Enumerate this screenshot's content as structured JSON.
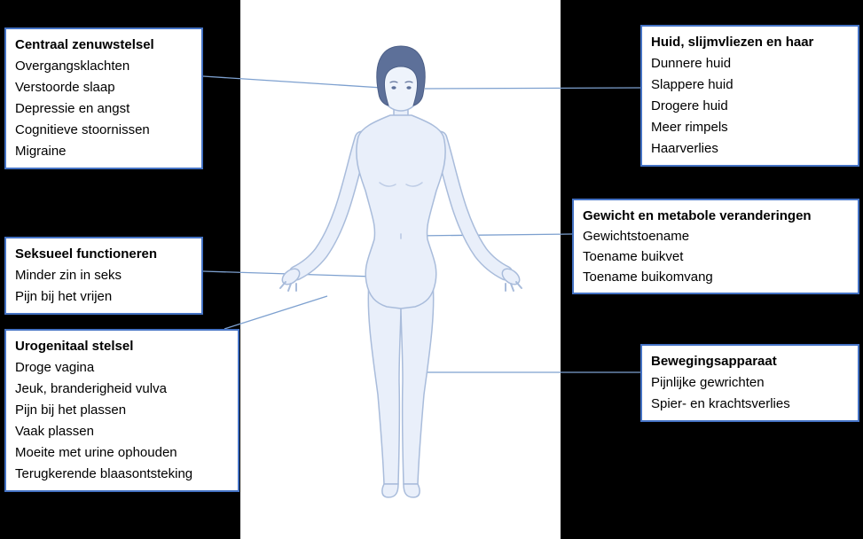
{
  "diagram": {
    "colors": {
      "canvas_background": "#000000",
      "panel_background": "#ffffff",
      "box_border": "#4472C4",
      "connector_line": "#7DA0CF",
      "body_fill": "#E9EFFA",
      "body_stroke": "#A9BCDB",
      "hair": "#5D7099"
    },
    "boxes": [
      {
        "id": "centraal-zenuwstelsel",
        "title": "Centraal zenuwstelsel",
        "items": [
          "Overgangsklachten",
          "Verstoorde slaap",
          "Depressie en angst",
          "Cognitieve stoornissen",
          "Migraine"
        ]
      },
      {
        "id": "seksueel-functioneren",
        "title": "Seksueel functioneren",
        "items": [
          "Minder zin in seks",
          "Pijn bij het vrijen"
        ]
      },
      {
        "id": "urogenitaal-stelsel",
        "title": "Urogenitaal stelsel",
        "items": [
          "Droge vagina",
          "Jeuk, branderigheid vulva",
          "Pijn bij het plassen",
          "Vaak plassen",
          "Moeite met urine ophouden",
          "Terugkerende blaasontsteking"
        ]
      },
      {
        "id": "huid-slijmvliezen-en-haar",
        "title": "Huid, slijmvliezen en haar",
        "items": [
          "Dunnere huid",
          "Slappere huid",
          "Drogere huid",
          "Meer rimpels",
          "Haarverlies"
        ]
      },
      {
        "id": "gewicht-en-metabole-veranderingen",
        "title": "Gewicht en metabole veranderingen",
        "items": [
          "Gewichtstoename",
          "Toename buikvet",
          "Toename buikomvang"
        ]
      },
      {
        "id": "bewegingsapparaat",
        "title": "Bewegingsapparaat",
        "items": [
          "Pijnlijke gewrichten",
          "Spier- en krachtsverlies"
        ]
      }
    ]
  }
}
